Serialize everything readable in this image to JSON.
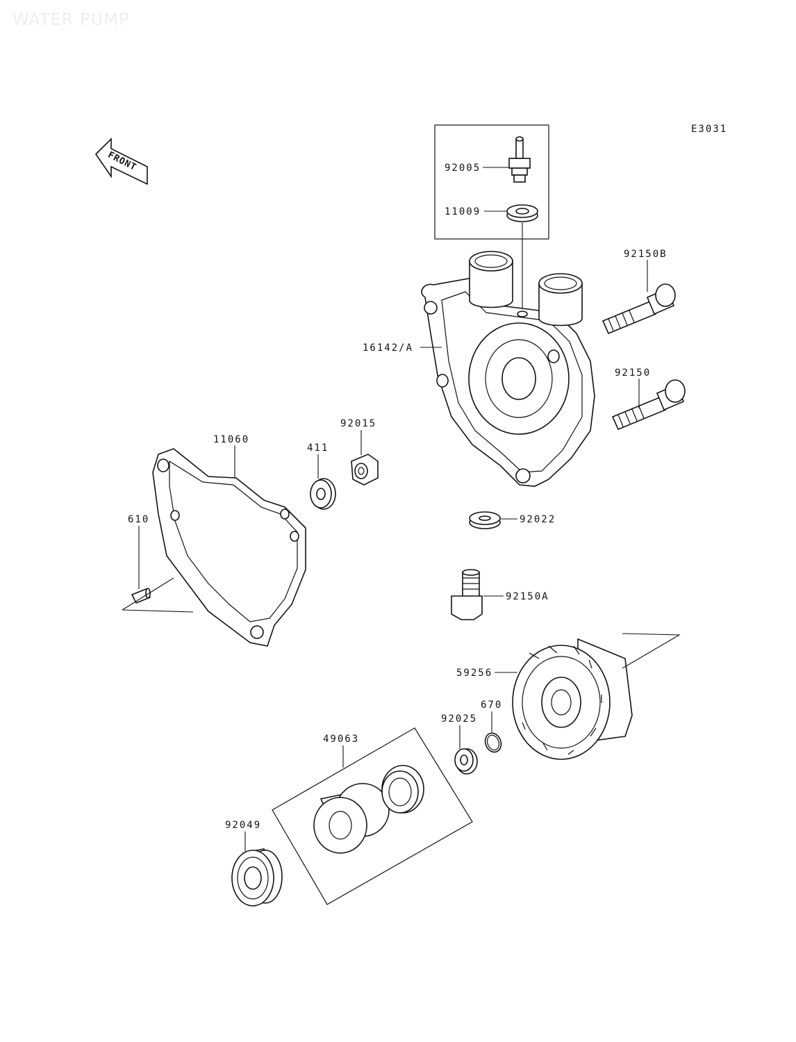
{
  "diagram": {
    "title": "WATER PUMP",
    "code": "E3031",
    "front_label": "FRONT",
    "labels": {
      "p92005": "92005",
      "p11009": "11009",
      "p92150B": "92150B",
      "p16142A": "16142/A",
      "p92150": "92150",
      "p11060": "11060",
      "p411": "411",
      "p92015": "92015",
      "p610": "610",
      "p92022": "92022",
      "p92150A": "92150A",
      "p59256": "59256",
      "p670": "670",
      "p92025": "92025",
      "p49063": "49063",
      "p92049": "92049"
    }
  }
}
